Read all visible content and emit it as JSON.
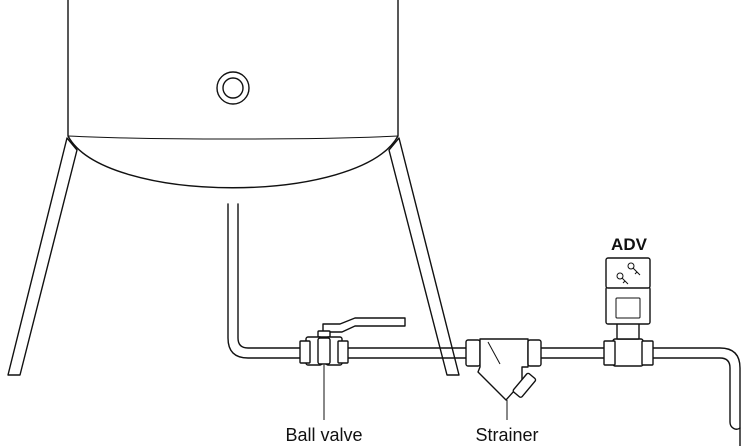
{
  "labels": {
    "ball_valve": "Ball valve",
    "strainer": "Strainer",
    "adv": "ADV"
  },
  "colors": {
    "line": "#111111",
    "background": "#ffffff"
  }
}
